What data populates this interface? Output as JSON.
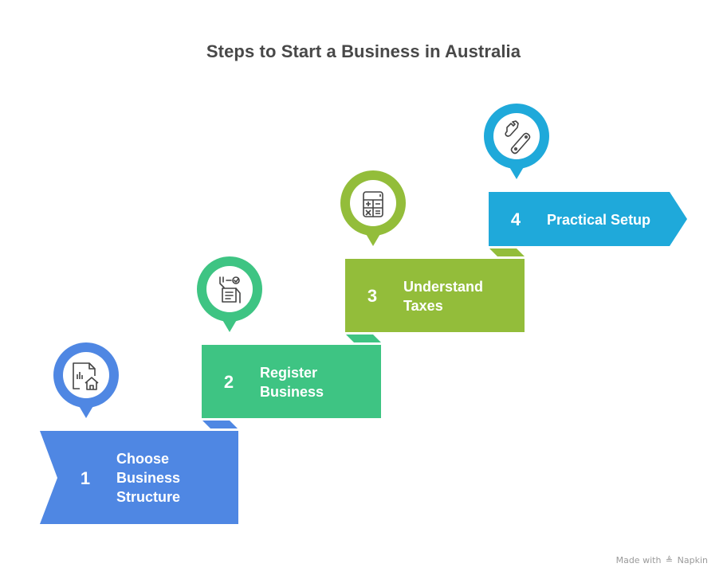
{
  "title": "Steps to Start a Business in Australia",
  "steps": [
    {
      "number": "1",
      "label_lines": [
        "Choose",
        "Business",
        "Structure"
      ],
      "icon": "document-chart-house-icon",
      "color": "#4F87E3"
    },
    {
      "number": "2",
      "label_lines": [
        "Register",
        "Business"
      ],
      "icon": "form-checklist-hand-icon",
      "color": "#3EC483"
    },
    {
      "number": "3",
      "label_lines": [
        "Understand",
        "Taxes"
      ],
      "icon": "calculator-icon",
      "color": "#93BD3A"
    },
    {
      "number": "4",
      "label_lines": [
        "Practical Setup"
      ],
      "icon": "wrench-tools-icon",
      "color": "#1FA9DA"
    }
  ],
  "footer": {
    "prefix": "Made with",
    "brand": "Napkin"
  }
}
